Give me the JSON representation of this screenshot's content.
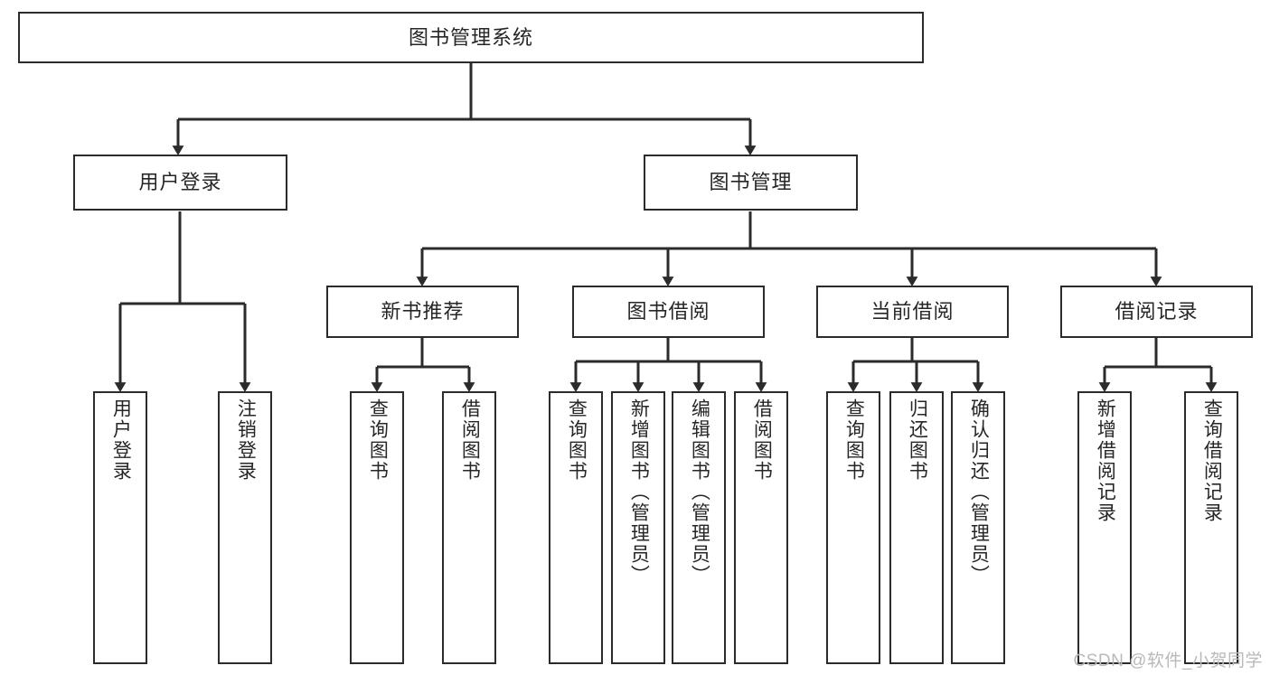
{
  "diagram": {
    "type": "tree-hierarchy-chart",
    "title": "图书管理系统",
    "orientation": "top-down",
    "line_color": "#2b2b2b",
    "box_fill": "#ffffff",
    "text_color": "#262626"
  },
  "root": {
    "label": "图书管理系统"
  },
  "level2": [
    {
      "label": "用户登录"
    },
    {
      "label": "图书管理"
    }
  ],
  "level3": [
    {
      "label": "新书推荐"
    },
    {
      "label": "图书借阅"
    },
    {
      "label": "当前借阅"
    },
    {
      "label": "借阅记录"
    }
  ],
  "leaves": {
    "user_login": [
      {
        "label": "用户登录"
      },
      {
        "label": "注销登录"
      }
    ],
    "new_book_recommend": [
      {
        "label": "查询图书"
      },
      {
        "label": "借阅图书"
      }
    ],
    "book_borrow": [
      {
        "label": "查询图书"
      },
      {
        "label": "新增图书（管理员）"
      },
      {
        "label": "编辑图书（管理员）"
      },
      {
        "label": "借阅图书"
      }
    ],
    "current_borrow": [
      {
        "label": "查询图书"
      },
      {
        "label": "归还图书"
      },
      {
        "label": "确认归还（管理员）"
      }
    ],
    "borrow_record": [
      {
        "label": "新增借阅记录"
      },
      {
        "label": "查询借阅记录"
      }
    ]
  },
  "watermark": {
    "text": "CSDN @软件_小贺同学"
  }
}
